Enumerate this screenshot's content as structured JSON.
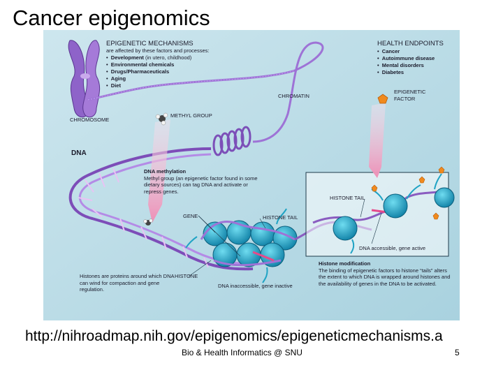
{
  "slide": {
    "title": "Cancer epigenomics",
    "url": "http://nihroadmap.nih.gov/epigenomics/epigeneticmechanisms.a",
    "footer": "Bio & Health Informatics @ SNU",
    "page_number": "5"
  },
  "figure": {
    "mechanisms": {
      "heading": "EPIGENETIC MECHANISMS",
      "subheading": "are affected by these factors and processes:",
      "items": [
        {
          "label": "Development",
          "note": " (in utero, childhood)"
        },
        {
          "label": "Environmental chemicals",
          "note": ""
        },
        {
          "label": "Drugs/Pharmaceuticals",
          "note": ""
        },
        {
          "label": "Aging",
          "note": ""
        },
        {
          "label": "Diet",
          "note": ""
        }
      ]
    },
    "health": {
      "heading": "HEALTH ENDPOINTS",
      "items": [
        "Cancer",
        "Autoimmune disease",
        "Mental disorders",
        "Diabetes"
      ]
    },
    "labels": {
      "chromosome": "CHROMOSOME",
      "chromatin": "CHROMATIN",
      "methyl_group": "METHYL GROUP",
      "epigenetic_factor": "EPIGENETIC\nFACTOR",
      "dna": "DNA",
      "gene": "GENE",
      "histone_tail_left": "HISTONE TAIL",
      "histone_tail_right": "HISTONE TAIL",
      "histone": "HISTONE",
      "dna_accessible": "DNA accessible, gene active",
      "dna_inaccessible": "DNA inaccessible, gene inactive"
    },
    "methylation": {
      "title": "DNA methylation",
      "text": "Methyl group (an epigenetic factor found in some dietary sources) can tag DNA and activate or repress genes."
    },
    "histone_mod": {
      "title": "Histone modification",
      "text": "The binding of epigenetic factors to histone “tails” alters the extent to which DNA is wrapped around histones and the availability of genes in the DNA to be activated."
    },
    "histone_note": "Histones are proteins around which DNA can wind for compaction and gene regulation.",
    "colors": {
      "background": "#bfdde6",
      "dna_purple": "#8a5cc0",
      "histone_teal": "#1fa3c4",
      "pink_arrow": "#f2a6c4",
      "factor_orange": "#f08a1e"
    }
  }
}
